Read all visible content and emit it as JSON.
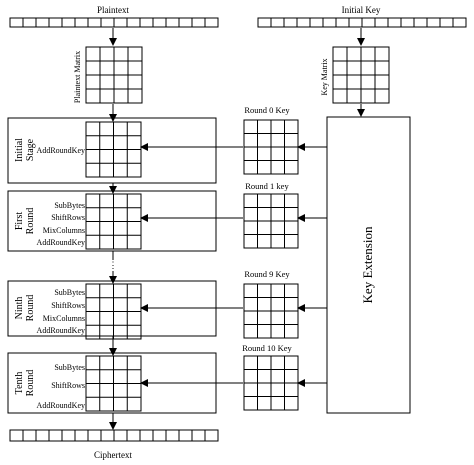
{
  "labels": {
    "plaintext": "Plaintext",
    "initial_key": "Initial Key",
    "plaintext_matrix": "Plaintext Matrix",
    "key_matrix": "Key Matrix",
    "ciphertext": "Ciphertext",
    "key_extension": "Key Extension",
    "ellipsis": "⋮"
  },
  "stages": [
    {
      "name": "Initial Stage",
      "ops": [
        "AddRoundKey"
      ]
    },
    {
      "name": "First Round",
      "ops": [
        "SubBytes",
        "ShiftRows",
        "MixColumns",
        "AddRoundKey"
      ]
    },
    {
      "name": "Ninth Round",
      "ops": [
        "SubBytes",
        "ShiftRows",
        "MixColumns",
        "AddRoundKey"
      ]
    },
    {
      "name": "Tenth Round",
      "ops": [
        "SubBytes",
        "ShiftRows",
        "AddRoundKey"
      ]
    }
  ],
  "round_keys": [
    "Round 0 Key",
    "Round 1 key",
    "Round 9 Key",
    "Round 10 Key"
  ]
}
